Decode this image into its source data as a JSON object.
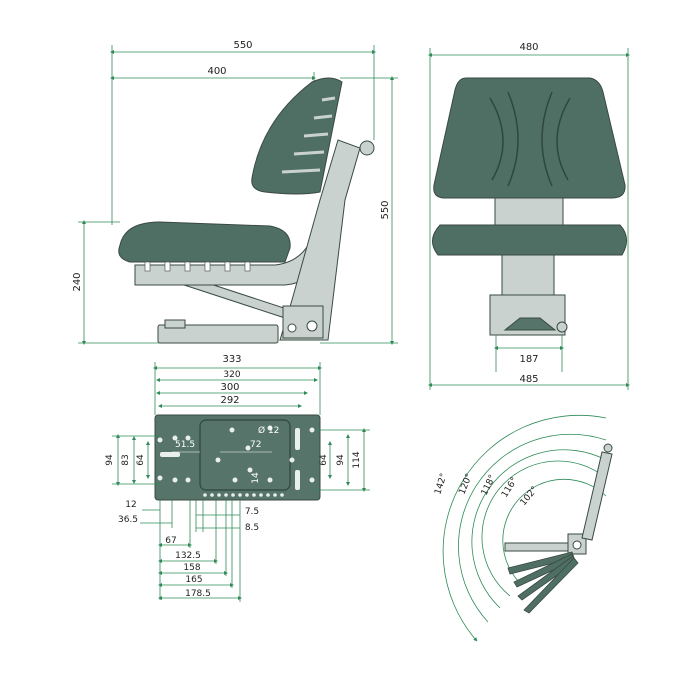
{
  "colors": {
    "dimension_line": "#2e8b57",
    "seat_cushion": "#4f6f64",
    "metal_frame": "#c9d2ce",
    "mount_plate": "#56746a",
    "text": "#222222"
  },
  "side_view": {
    "overall_length": "550",
    "backrest_depth": "400",
    "seat_height": "240",
    "overall_height": "550"
  },
  "front_view": {
    "backrest_width": "480",
    "track_width": "187",
    "overall_width": "485"
  },
  "plate_view": {
    "top_dims": [
      "333",
      "320",
      "300",
      "292"
    ],
    "hole_diameter": "Ø 12",
    "inner_dims": [
      "51.5",
      "72",
      "14"
    ],
    "left_height_dims": [
      "94",
      "83",
      "64"
    ],
    "right_height_dims": [
      "64",
      "94",
      "114"
    ],
    "small_offsets": [
      "12",
      "36.5",
      "7.5",
      "8.5"
    ],
    "bottom_dims": [
      "67",
      "132.5",
      "158",
      "165",
      "178.5"
    ]
  },
  "recline_view": {
    "angles": [
      "142°",
      "120°",
      "118°",
      "116°",
      "102°"
    ]
  }
}
